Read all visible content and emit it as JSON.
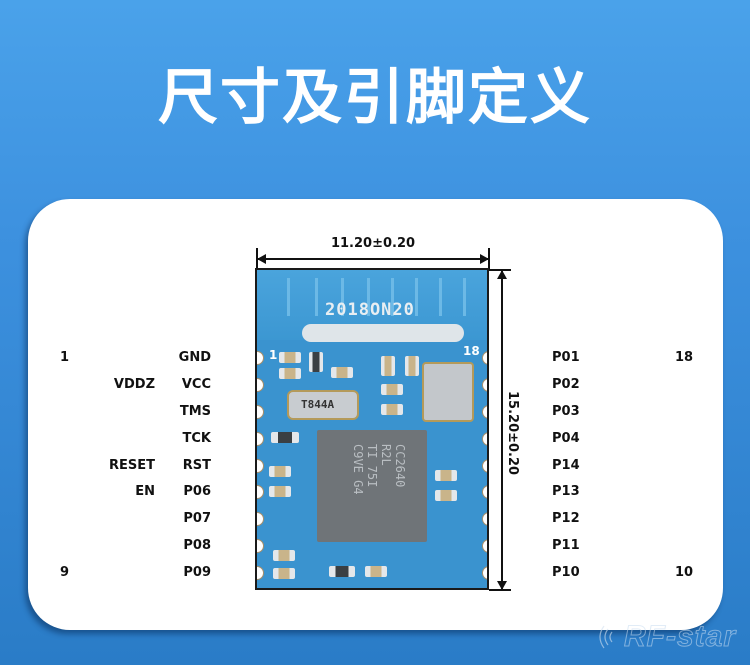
{
  "title": "尺寸及引脚定义",
  "dimensions": {
    "width": "11.20±0.20",
    "height": "15.20±0.20"
  },
  "module": {
    "date_code": "2018ON20",
    "chip_marking": "CC2640\nR2L\nTI 75I\nC9VE G4",
    "crystal_marking": "T844A",
    "pin1_marker": "1",
    "pin18_marker": "18"
  },
  "left_pins": [
    {
      "number": "1",
      "alt": "",
      "name": "GND"
    },
    {
      "number": "",
      "alt": "VDDZ",
      "name": "VCC"
    },
    {
      "number": "",
      "alt": "",
      "name": "TMS"
    },
    {
      "number": "",
      "alt": "",
      "name": "TCK"
    },
    {
      "number": "",
      "alt": "RESET",
      "name": "RST"
    },
    {
      "number": "",
      "alt": "EN",
      "name": "P06"
    },
    {
      "number": "",
      "alt": "",
      "name": "P07"
    },
    {
      "number": "",
      "alt": "",
      "name": "P08"
    },
    {
      "number": "9",
      "alt": "",
      "name": "P09"
    }
  ],
  "right_pins": [
    {
      "name": "P01",
      "number": "18"
    },
    {
      "name": "P02",
      "number": ""
    },
    {
      "name": "P03",
      "number": ""
    },
    {
      "name": "P04",
      "number": ""
    },
    {
      "name": "P14",
      "number": ""
    },
    {
      "name": "P13",
      "number": ""
    },
    {
      "name": "P12",
      "number": ""
    },
    {
      "name": "P11",
      "number": ""
    },
    {
      "name": "P10",
      "number": "10"
    }
  ],
  "watermark": "RF-star",
  "colors": {
    "background_top": "#4aa2ea",
    "background_bottom": "#2a7cc7",
    "card": "#ffffff",
    "pcb": "#3a93cf"
  }
}
